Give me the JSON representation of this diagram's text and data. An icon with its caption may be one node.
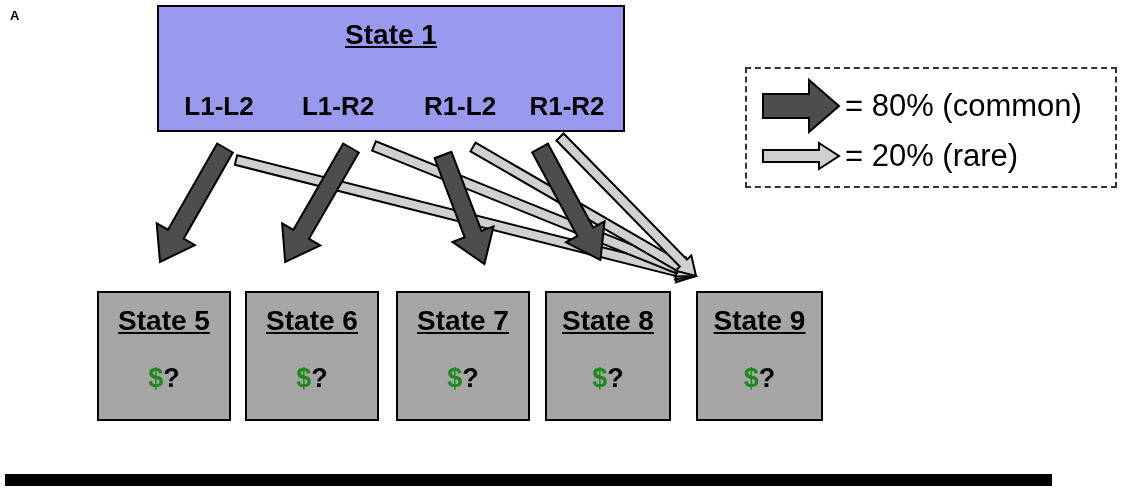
{
  "diagram": {
    "nodes": [
      {
        "text": [
          "State 1"
        ]
      },
      {
        "text": [
          "L1-L2"
        ],
        "in": 0
      },
      {
        "text": [
          "L1-R2"
        ],
        "in": 0
      },
      {
        "text": [
          "R1-L2"
        ],
        "in": 0
      },
      {
        "text": [
          "R1-R2"
        ],
        "in": 0
      },
      {
        "text": [
          "State 5",
          "$?"
        ]
      },
      {
        "text": [
          "State 6",
          "$?"
        ]
      },
      {
        "text": [
          "State 7",
          "$?"
        ]
      },
      {
        "text": [
          "State 8",
          "$?"
        ]
      },
      {
        "text": [
          "State 9",
          "$?"
        ]
      }
    ],
    "edges": [
      {
        "from": 1,
        "to": 5,
        "arrow": "to",
        "style": "thick",
        "color": "#4d4d4d"
      },
      {
        "from": 2,
        "to": 6,
        "arrow": "to",
        "style": "thick",
        "color": "#4d4d4d"
      },
      {
        "from": 3,
        "to": 7,
        "arrow": "to",
        "style": "thick",
        "color": "#4d4d4d"
      },
      {
        "from": 4,
        "to": 8,
        "arrow": "to",
        "style": "thick",
        "color": "#4d4d4d"
      },
      {
        "from": 1,
        "to": 9,
        "arrow": "to",
        "color": "#d0d0d0"
      },
      {
        "from": 2,
        "to": 9,
        "arrow": "to",
        "color": "#d0d0d0"
      },
      {
        "from": 3,
        "to": 9,
        "arrow": "to",
        "color": "#d0d0d0"
      },
      {
        "from": 4,
        "to": 9,
        "arrow": "to",
        "color": "#d0d0d0"
      }
    ],
    "labels": [
      "A"
    ],
    "legend": [
      {
        "text": "= 80% (common)"
      },
      {
        "text": "= 20% (rare)"
      }
    ]
  }
}
